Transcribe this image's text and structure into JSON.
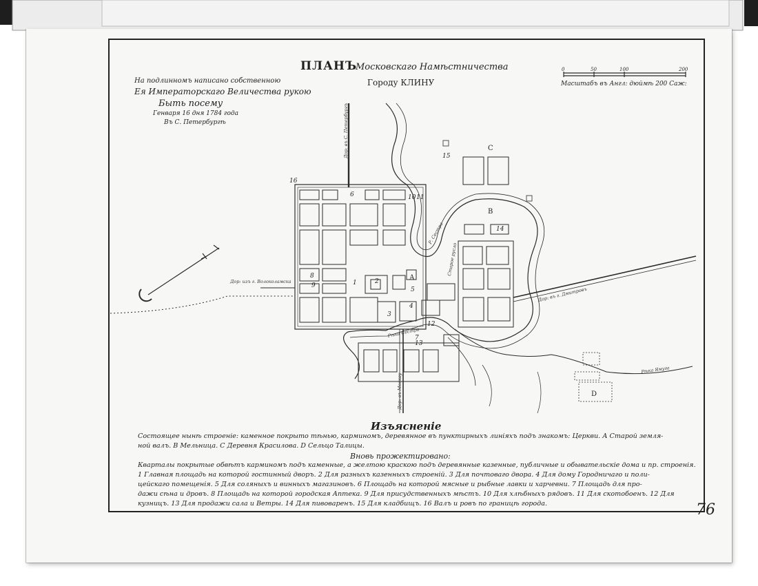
{
  "title": {
    "plan": "ПЛАНЪ",
    "governorship": "Московскаго Намѣстничества",
    "city": "Городу КЛИНУ"
  },
  "approval": {
    "line1": "На подлинномъ написано собственною",
    "line2": "Ея Императорскаго Величества рукою",
    "line3": "Быть посему",
    "line4": "Генваря 16 дня 1784 года",
    "line5": "Въ С. Петербургѣ"
  },
  "scale": {
    "ticks": [
      "0",
      "50",
      "100",
      "200"
    ],
    "label": "Масштабъ въ Англ: дюймѣ 200 Саж:"
  },
  "map_labels": {
    "road_petersburg": "Дор: въ С. Петербургъ",
    "road_volokolamsk": "Дор: изъ г. Волоколамска",
    "road_dmitrov": "Дор: въ г. Дмитровъ",
    "road_moscow": "Дор: въ Москву",
    "river_sestra": "Р. Сестра",
    "river_sestra_lower": "Рѣка Сестра",
    "river_sestra_old": "Старое русло",
    "river_yamuga": "Рѣка Ямуга",
    "numbers": [
      "1",
      "2",
      "3",
      "4",
      "5",
      "6",
      "7",
      "8",
      "9",
      "10",
      "11",
      "12",
      "13",
      "14",
      "15",
      "16"
    ],
    "letters": [
      "А",
      "В",
      "С",
      "D"
    ]
  },
  "legend": {
    "heading": "Изъясненіе",
    "line1": "Состоящее нынѣ строеніе: каменное покрыто тѣнью, карминомъ, деревянное въ пунктирныхъ линіяхъ подъ знакомъ: Церкви. А Старой земля-",
    "line2": "ной валъ. В Мельница. С Деревня Красилова. D Сельцо Талицы.",
    "subheading": "Вновь прожектировано:",
    "line3": "Кварталы покрытые обвѣтъ карминомъ подъ каменные, а желтою краскою подъ деревянные казенные, публичные и обывательскіе дома и пр. строенія.",
    "line4": "1 Главная площадь на которой гостинный дворъ. 2 Для разныхъ казенныхъ строеній. 3 Для почтоваго двора. 4 Для дому Городничаго и поли-",
    "line5": "цейскаго помещенія. 5 Для соляныхъ и винныхъ магазиновъ. 6 Площадь на которой мясные и рыбные лавки и харчевни. 7 Площадь для про-",
    "line6": "дажи сѣна и дровъ. 8 Площадь на которой городская Аптека. 9 Для присудственныхъ мѣстъ. 10 Для хлѣбныхъ рядовъ. 11 Для скотобоенъ. 12 Для",
    "line7": "кузницъ. 13 Для продажи сала и Ветры. 14 Для пивоваренъ. 15 Для кладбищъ. 16 Валъ и ровъ по границѣ города."
  },
  "page_mark": "76",
  "colors": {
    "ink": "#1f1f1f",
    "paper": "#f7f7f5",
    "frame": "#222222"
  }
}
